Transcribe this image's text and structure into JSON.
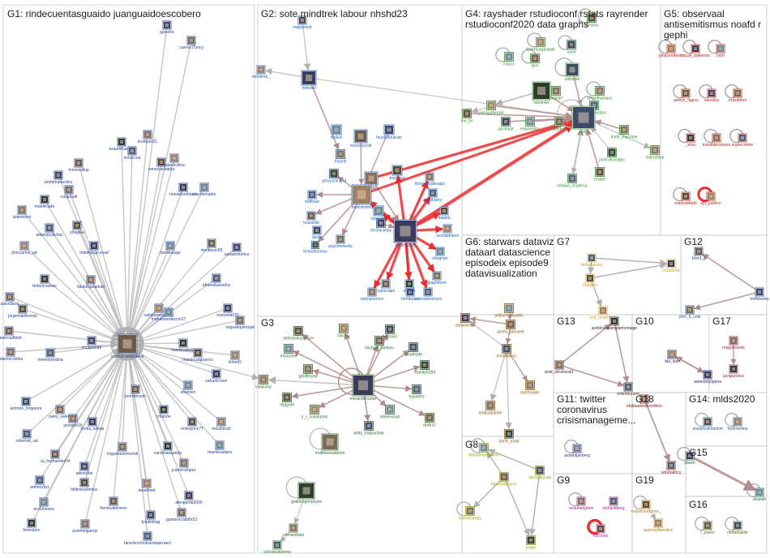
{
  "groups": [
    {
      "id": "G1",
      "title_lines": [
        "G1: rindecuentasguaido juanguaidoescobero"
      ]
    },
    {
      "id": "G2",
      "title_lines": [
        "G2: sote mindtrek labour nhshd23"
      ]
    },
    {
      "id": "G3",
      "title_lines": [
        "G3"
      ]
    },
    {
      "id": "G4",
      "title_lines": [
        "G4: rayshader rstudioconf rstats rayrender",
        "rstudioconf2020 data graphs"
      ]
    },
    {
      "id": "G5",
      "title_lines": [
        "G5: observaal",
        "antisemitismus noafd r",
        "gephi"
      ]
    },
    {
      "id": "G6",
      "title_lines": [
        "G6: starwars dataviz",
        "dataart datascience",
        "episodeix episode9",
        "datavisualization"
      ]
    },
    {
      "id": "G7",
      "title_lines": [
        "G7"
      ]
    },
    {
      "id": "G8",
      "title_lines": [
        "G8"
      ]
    },
    {
      "id": "G9",
      "title_lines": [
        "G9"
      ]
    },
    {
      "id": "G10",
      "title_lines": [
        "G10"
      ]
    },
    {
      "id": "G11",
      "title_lines": [
        "G11: twitter",
        "coronavirus",
        "crisismanageme..."
      ]
    },
    {
      "id": "G12",
      "title_lines": [
        "G12"
      ]
    },
    {
      "id": "G13",
      "title_lines": [
        "G13"
      ]
    },
    {
      "id": "G14",
      "title_lines": [
        "G14: mlds2020"
      ]
    },
    {
      "id": "G15",
      "title_lines": [
        "G15"
      ]
    },
    {
      "id": "G16",
      "title_lines": [
        "G16"
      ]
    },
    {
      "id": "G17",
      "title_lines": [
        "G17"
      ]
    },
    {
      "id": "G18",
      "title_lines": [
        "G18"
      ]
    },
    {
      "id": "G19",
      "title_lines": [
        "G19"
      ]
    }
  ],
  "nodes": {
    "G1": [
      "jgaseko",
      "cuervo75mcy",
      "assadrhassan",
      "leoduarr31",
      "lemarcoa",
      "venezuelalpha",
      "rafaelcolina",
      "reinaldoerblack",
      "machemartin",
      "hrsmosillup",
      "profemartesilva",
      "cargaradi",
      "maelecade",
      "lulamonzn",
      "adaindicalchac",
      "yriagtea",
      "jhoncarlos_ad",
      "mdomingo.ecad",
      "danielasapr",
      "nimitbcon55",
      "audatedratica",
      "alavoltaria",
      "federicoalves",
      "davidcgaratead",
      "efrainalvarados",
      "jorgemartinezes",
      "campanegauco1",
      "marisela070",
      "mahemandezzm27",
      "maelecadblob",
      "sculprov99",
      "migueliquirozad",
      "maelecadobo",
      "adamocratica",
      "merielamolina",
      "maelecadguarico",
      "iloke42",
      "zahadcrover",
      "cusmonafaieraevo",
      "viastram",
      "leoninmush",
      "antonio_muguera",
      "zuley_valero",
      "rmanne",
      "jsoriano19",
      "robertob_ad",
      "enterprice77",
      "estudiora9",
      "motta_sdeda",
      "maelecadiara",
      "ca_hernandez04",
      "adexrebe",
      "migueiartermendi",
      "carolinaeapeda",
      "jcamoralopez",
      "adoneyfa1",
      "bibliomasteriuz",
      "laraeihed",
      "alengarda3000",
      "accioneseu",
      "frentevalimorer",
      "tynalblitag",
      "gustavocadofo23",
      "bereuben",
      "josemelgarejo",
      "tanerbrocholcandaperaeci"
    ],
    "G2": [
      "mapaverdi",
      "mindtrek_",
      "mihnkel",
      "nodexl",
      "machepicoll",
      "heydelbearain",
      "masntl",
      "gmacoolcand",
      "vejlbt",
      "netftouk",
      "tracieisa",
      "kevinmonk",
      "nhshackday",
      "riposalta",
      "ncauclab",
      "qicoo",
      "psychemedia",
      "testadmnmss",
      "threadreaderapp",
      "graphistry",
      "datamj",
      "socialphasol",
      "nrsuhauser",
      "infogram",
      "cytoscape",
      "bertibunis",
      "graphileon",
      "elastic",
      "opensources",
      "comradeserves"
    ],
    "G3": [
      "utotransluscence",
      "ranous",
      "belicoe1",
      "moozone",
      "michael_nielsen",
      "jonathode",
      "geoffreyhit",
      "mandy5264",
      "viaakany",
      "hypotect",
      "mjqgold",
      "s_r_constantin",
      "merandersotar",
      "steverouse",
      "ankkv2",
      "andy_matuschak",
      "matthewsattents",
      "godologemyeyes",
      "clrmavdrael",
      "scholarstamma"
    ],
    "G4": [
      "amarka",
      "tylermorganwall",
      "surat",
      "robroc",
      "aiim",
      "salhedle",
      "rstatstrl",
      "lobetmet",
      "amanthanajuc",
      "kennybastani",
      "me_bx",
      "yorngutlerresl",
      "jaromyat",
      "eduramiba",
      "hpledooo",
      "gephi",
      "tomb_machine",
      "portcultsislabs",
      "mitrestack",
      "rebeka_shadova",
      "rostarr"
    ],
    "G5": [
      "jorlavendento",
      "micah_bateman",
      "kntrl",
      "ashish_fagna",
      "sanoksy",
      "trotzdehm",
      "_shun",
      "invisiblecomma",
      "supercontre",
      "marinaldiath",
      "ejo_publico"
    ],
    "G6": [
      "starwarsuk",
      "jedilute_skywlkr",
      "james_janusek",
      "kimellbano",
      "lordpalpatine",
      "darth_maul",
      "darthvader"
    ],
    "G7": [
      "stellaranaby",
      "hfagenk",
      "ned_underboor",
      "corazerta"
    ],
    "G8": [
      "dianaleaerdrams",
      "lancefinkloson",
      "danfelleasek",
      "ksenseymay",
      "joape"
    ],
    "G9": [
      "urstuhaogben",
      "joshleldberg",
      "horooop"
    ],
    "G10": [
      "bla_twb",
      "aviardolyoguna"
    ],
    "G11": [
      "actaridjanberg"
    ],
    "G12": [
      "brent_jl",
      "hoffsbesta",
      "john_b_cole"
    ],
    "G13": [
      "areldrosasangianhomage",
      "post_structural1",
      "eminthorsen"
    ],
    "G14": [
      "analyticalmadom",
      "hydroedina"
    ],
    "G15": [
      "pbesh",
      "utoplah"
    ],
    "G16": [
      "l_youko",
      "mobidualite"
    ],
    "G17": [
      "maguevaras",
      "javiguevara"
    ],
    "G18": [
      "ebdiaadiedhoodhoo",
      "sebmatrics"
    ],
    "G19": [
      "malyecieiisimos_",
      "quecoyllberated"
    ]
  },
  "colors": {
    "edge_gray": "#bcbcbc",
    "edge_darkgray": "#a3a3a3",
    "edge_rose": "#b38a8a",
    "edge_red": "#f02a2a",
    "border": "#c9c9c9",
    "label_g1": "#1f3d8f",
    "label_g2": "#1b5fb5",
    "label_g3": "#2c6b2c",
    "label_g4": "#2f8f2f",
    "label_g5": "#b0221a",
    "label_g6": "#8a5a10",
    "label_g7": "#c9a12a",
    "label_g8": "#9aa11a",
    "label_g9": "#a0208a",
    "label_g10": "#1a1a70",
    "label_g11": "#4b2a7a",
    "label_g12": "#244a8a",
    "label_g13": "#3a1a1a",
    "label_g14": "#1a5a8a",
    "label_g15": "#1a6a4a",
    "label_g16": "#4a6a1a",
    "label_g17": "#9a1a3a",
    "label_g18": "#7a1a1a",
    "label_g19": "#b07a1a"
  }
}
